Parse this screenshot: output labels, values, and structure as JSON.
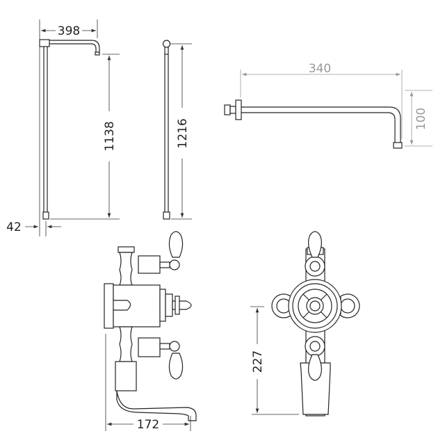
{
  "drawing": {
    "dimensions": {
      "riser_arm_width": "398",
      "riser_height": "1138",
      "riser_offset": "42",
      "rail_height": "1216",
      "shower_arm_length": "340",
      "shower_arm_drop": "100",
      "valve_projection": "172",
      "valve_height": "227"
    },
    "colors": {
      "line": "#222222",
      "secondary_dimension": "#999999"
    }
  }
}
